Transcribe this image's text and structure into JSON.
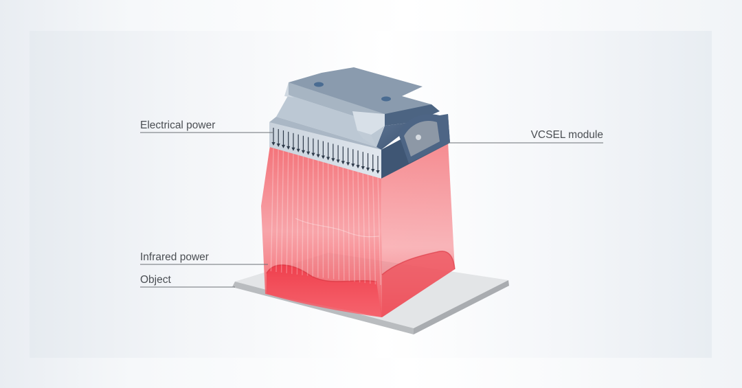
{
  "labels": {
    "electrical_power": "Electrical power",
    "vcsel_module": "VCSEL module",
    "infrared_power": "Infrared power",
    "object": "Object"
  },
  "colors": {
    "module_top": "#8f9fb1",
    "module_light": "#d4dde6",
    "module_dark": "#4f6683",
    "beam": "#f04a52",
    "object_plate": "#e2e4e6",
    "leader_line": "#6b7075"
  },
  "counts": {
    "electrical_arrows": 22
  }
}
